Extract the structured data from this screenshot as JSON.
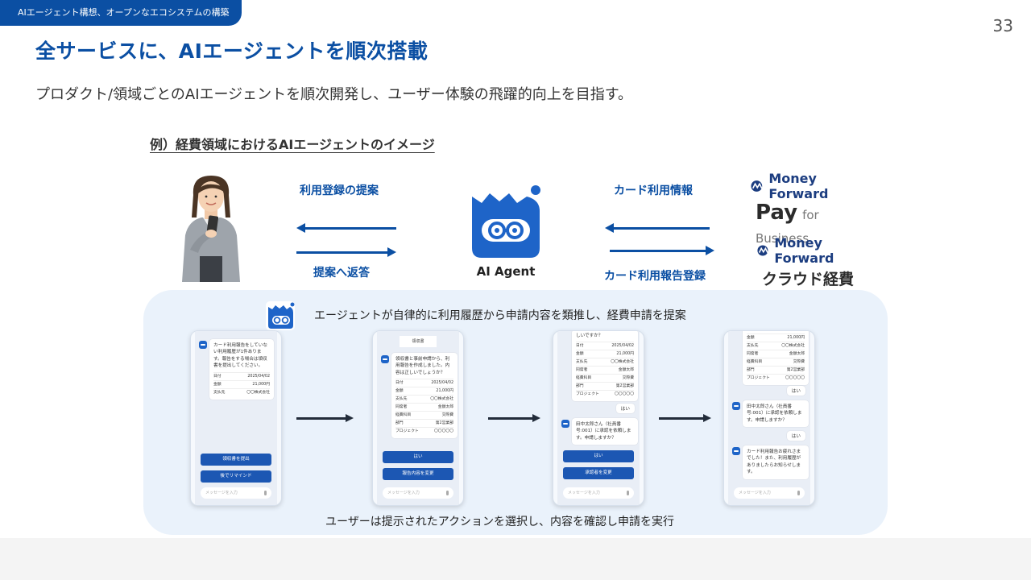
{
  "header": {
    "tag": "AIエージェント構想、オープンなエコシステムの構築",
    "page_number": "33",
    "title": "全サービスに、AIエージェントを順次搭載",
    "subtitle": "プロダクト/領域ごとのAIエージェントを順次開発し、ユーザー体験の飛躍的向上を目指す。"
  },
  "diagram": {
    "example_title": "例）経費領域におけるAIエージェントのイメージ",
    "flows": {
      "to_user": "利用登録の提案",
      "from_user": "提案へ返答",
      "from_pay": "カード利用情報",
      "to_cloud": "カード利用報告登録"
    },
    "agent_label": "AI Agent",
    "brands": {
      "mf_1": "Money Forward",
      "pay": "Pay",
      "pay_suffix": "for Business",
      "mf_2": "Money Forward",
      "cloud": "クラウド経費"
    },
    "colors": {
      "primary": "#0b4fa3",
      "panel": "#eaf2fb"
    }
  },
  "panel": {
    "caption": "エージェントが自律的に利用履歴から申請内容を類推し、経費申請を提案",
    "bottom_caption": "ユーザーは提示されたアクションを選択し、内容を確認し申請を実行"
  },
  "phones": {
    "input_placeholder": "メッセージを入力",
    "p1": {
      "message": "カード利用報告をしていない利用履歴が1件あります。報告をする場合は領収書を提出してください。",
      "rows": [
        {
          "k": "日付",
          "v": "2025/04/02"
        },
        {
          "k": "金額",
          "v": "21,000円"
        },
        {
          "k": "支払先",
          "v": "〇〇株式会社"
        }
      ],
      "btn1": "領収書を提出",
      "btn2": "後でリマインド"
    },
    "p2": {
      "header": "領収書",
      "message": "領収書と事前申請から、利用報告を作成しました。内容は正しいでしょうか？",
      "rows": [
        {
          "k": "日付",
          "v": "2025/04/02"
        },
        {
          "k": "金額",
          "v": "21,000円"
        },
        {
          "k": "支払先",
          "v": "〇〇株式会社"
        },
        {
          "k": "同席者",
          "v": "金額太郎"
        },
        {
          "k": "経費科目",
          "v": "交際費"
        },
        {
          "k": "部門",
          "v": "第2営業部"
        },
        {
          "k": "プロジェクト",
          "v": "〇〇〇〇〇"
        }
      ],
      "btn1": "はい",
      "btn2": "報告内容を変更"
    },
    "p3": {
      "top_text": "しいですか？",
      "rows": [
        {
          "k": "日付",
          "v": "2025/04/02"
        },
        {
          "k": "金額",
          "v": "21,000円"
        },
        {
          "k": "支払先",
          "v": "〇〇株式会社"
        },
        {
          "k": "同席者",
          "v": "金額太郎"
        },
        {
          "k": "経費科目",
          "v": "交際費"
        },
        {
          "k": "部門",
          "v": "第2営業部"
        },
        {
          "k": "プロジェクト",
          "v": "〇〇〇〇〇"
        }
      ],
      "reply": "はい",
      "message": "田中太郎さん（社員番号:001）に承認を依頼します。申請しますか？",
      "btn1": "はい",
      "btn2": "承認者を変更"
    },
    "p4": {
      "rows": [
        {
          "k": "金額",
          "v": "21,000円"
        },
        {
          "k": "支払先",
          "v": "〇〇株式会社"
        },
        {
          "k": "同席者",
          "v": "金額太郎"
        },
        {
          "k": "経費科目",
          "v": "交際費"
        },
        {
          "k": "部門",
          "v": "第2営業部"
        },
        {
          "k": "プロジェクト",
          "v": "〇〇〇〇〇"
        }
      ],
      "reply1": "はい",
      "message1": "田中太郎さん（社員番号:001）に承認を依頼します。申請しますか？",
      "reply2": "はい",
      "message2": "カード利用報告お疲れさまでした！また、利用履歴がありましたらお知らせします。"
    }
  }
}
